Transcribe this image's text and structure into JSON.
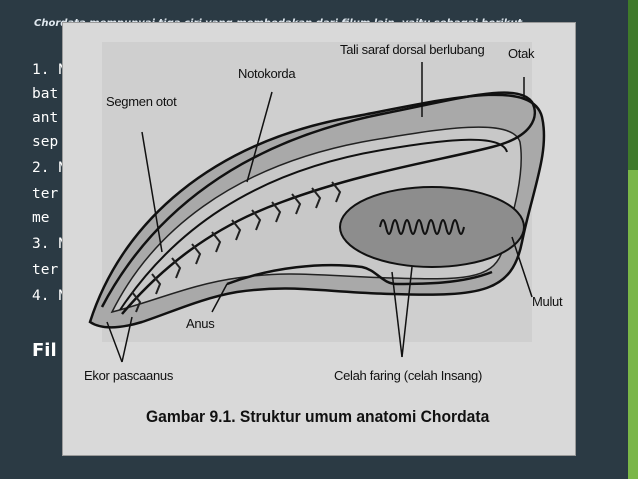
{
  "slide": {
    "top_text": "Chordata mempunyai tiga ciri yang membedakan dari filum lain, yaitu sebagai berikut",
    "lines": [
      "1. N",
      "bat",
      "ant",
      "sep",
      "2. N",
      "ter",
      "me",
      "3. N",
      "ter",
      "4. N"
    ],
    "heading": "Fil"
  },
  "figure": {
    "labels": {
      "segmen_otot": "Segmen otot",
      "notokorda": "Notokorda",
      "tali_saraf": "Tali saraf dorsal berlubang",
      "otak": "Otak",
      "anus": "Anus",
      "mulut": "Mulut",
      "ekor": "Ekor pascaanus",
      "celah": "Celah faring (celah Insang)"
    },
    "caption": "Gambar 9.1. Struktur umum anatomi Chordata"
  },
  "colors": {
    "background": "#2b3a44",
    "accent_green": "#7ab648",
    "accent_dark_green": "#3f7a2a",
    "figure_bg": "#d9d9d9"
  }
}
